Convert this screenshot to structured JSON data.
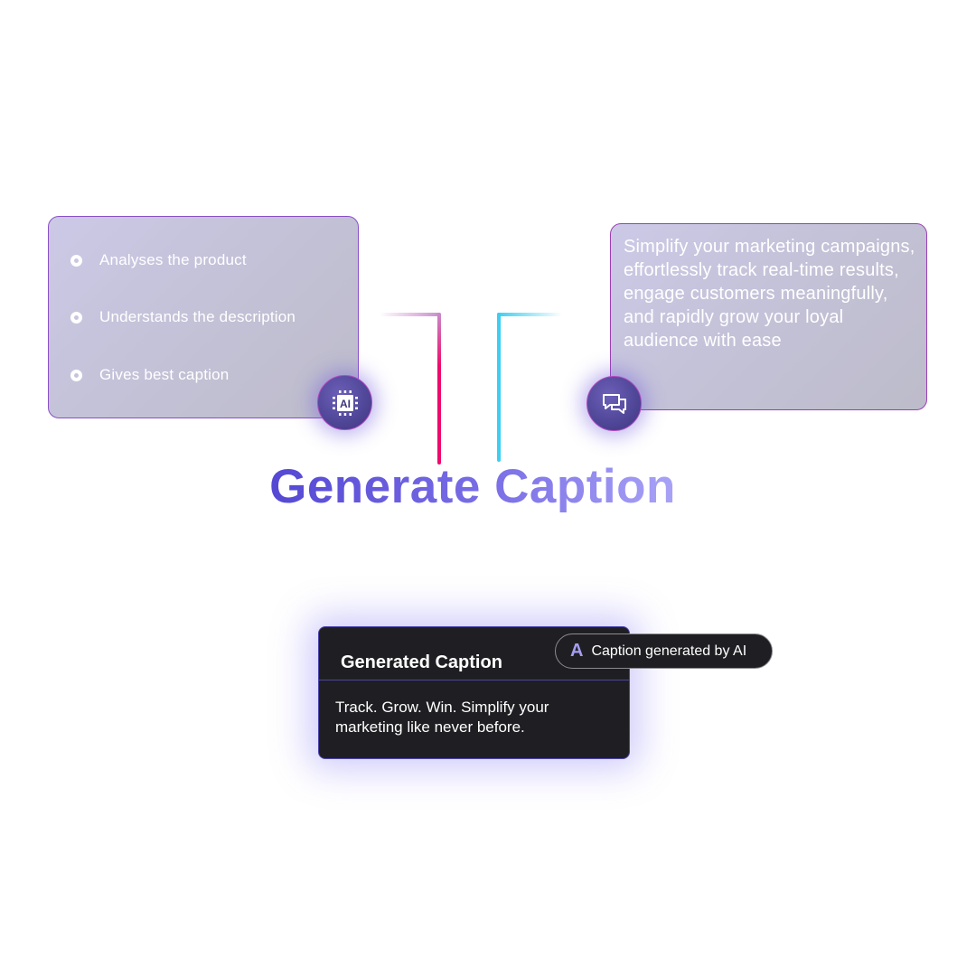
{
  "features": {
    "items": [
      "Analyses the product",
      "Understands the description",
      "Gives best caption"
    ],
    "badge_icon": "ai-chip-icon",
    "badge_label": "AI"
  },
  "description": {
    "text": "Simplify your marketing campaigns, effortlessly track real-time results, engage customers meaningfully, and rapidly grow your loyal audience with ease",
    "badge_icon": "chat-bubbles-icon"
  },
  "title": "Generate Caption",
  "result": {
    "heading": "Generated Caption",
    "body": "Track. Grow. Win. Simplify your marketing like never before.",
    "pill_icon_letter": "A",
    "pill_label": "Caption generated by AI"
  },
  "colors": {
    "pink_line": "#ee0a6c",
    "cyan_line": "#3ccff2",
    "title_start": "#5448d4",
    "title_end": "#a9a3f6",
    "dark_card": "#1f1f23"
  }
}
